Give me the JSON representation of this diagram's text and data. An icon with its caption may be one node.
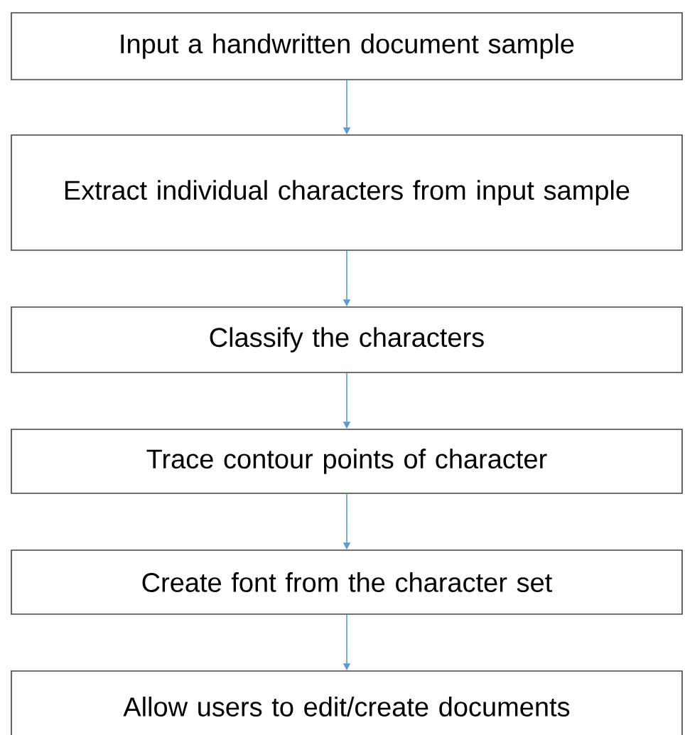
{
  "diagram": {
    "nodes": [
      {
        "text": [
          "Input a handwritten document sample"
        ]
      },
      {
        "text": [
          "Extract individual characters from input sample"
        ]
      },
      {
        "text": [
          "Classify the characters"
        ]
      },
      {
        "text": [
          "Trace contour points of character"
        ]
      },
      {
        "text": [
          "Create font from the character set"
        ]
      },
      {
        "text": [
          "Allow users to edit/create documents"
        ]
      }
    ],
    "edges": [
      {
        "from": 0,
        "to": 1,
        "arrow": "to"
      },
      {
        "from": 1,
        "to": 2,
        "arrow": "to"
      },
      {
        "from": 2,
        "to": 3,
        "arrow": "to"
      },
      {
        "from": 3,
        "to": 4,
        "arrow": "to"
      },
      {
        "from": 4,
        "to": 5,
        "arrow": "to"
      }
    ]
  }
}
